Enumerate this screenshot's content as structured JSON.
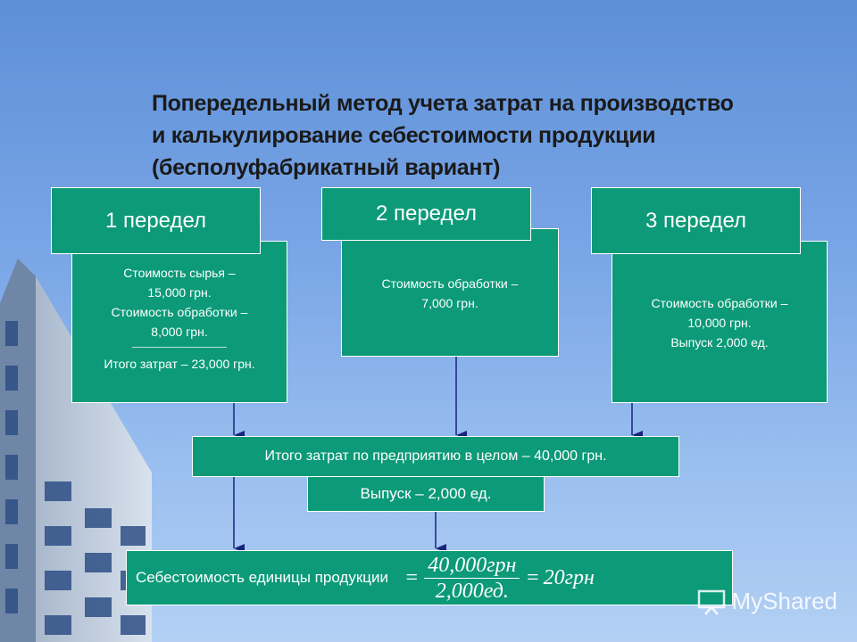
{
  "title": {
    "line1": "Попередельный метод учета затрат на производство",
    "line2": "и калькулирование себестоимости продукции",
    "line3": "(бесполуфабрикатный вариант)"
  },
  "stages": [
    {
      "label": "1 передел",
      "details": [
        "Стоимость сырья –",
        "15,000 грн.",
        "Стоимость обработки –",
        "8,000 грн.",
        "–––––––––––––––––––",
        "Итого затрат – 23,000 грн."
      ]
    },
    {
      "label": "2 передел",
      "details": [
        "Стоимость обработки –",
        "7,000 грн."
      ]
    },
    {
      "label": "3 передел",
      "details": [
        "Стоимость обработки –",
        "10,000 грн.",
        "Выпуск 2,000 ед."
      ]
    }
  ],
  "total_costs": "Итого затрат по предприятию в целом – 40,000 грн.",
  "output": "Выпуск – 2,000 ед.",
  "unit_cost": {
    "label": "Себестоимость единицы продукции",
    "eq1": "=",
    "numerator": "40,000грн",
    "denominator": "2,000ед.",
    "eq2": "=",
    "result": "20грн"
  },
  "watermark": "MyShared",
  "colors": {
    "box": "#0c9a78",
    "arrow": "#1a237e"
  }
}
